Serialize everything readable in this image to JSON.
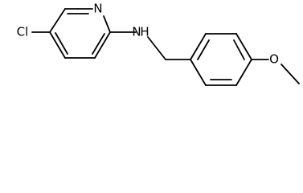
{
  "molecule": {
    "atoms": {
      "chlorine": "Cl",
      "pyridine_nitrogen": "N",
      "amine_nitrogen": "N",
      "hydrogen": "H",
      "methoxy_oxygen": "O"
    },
    "colors": {
      "background": "#ffffff",
      "bond": "#000000",
      "label": "#000000"
    }
  }
}
